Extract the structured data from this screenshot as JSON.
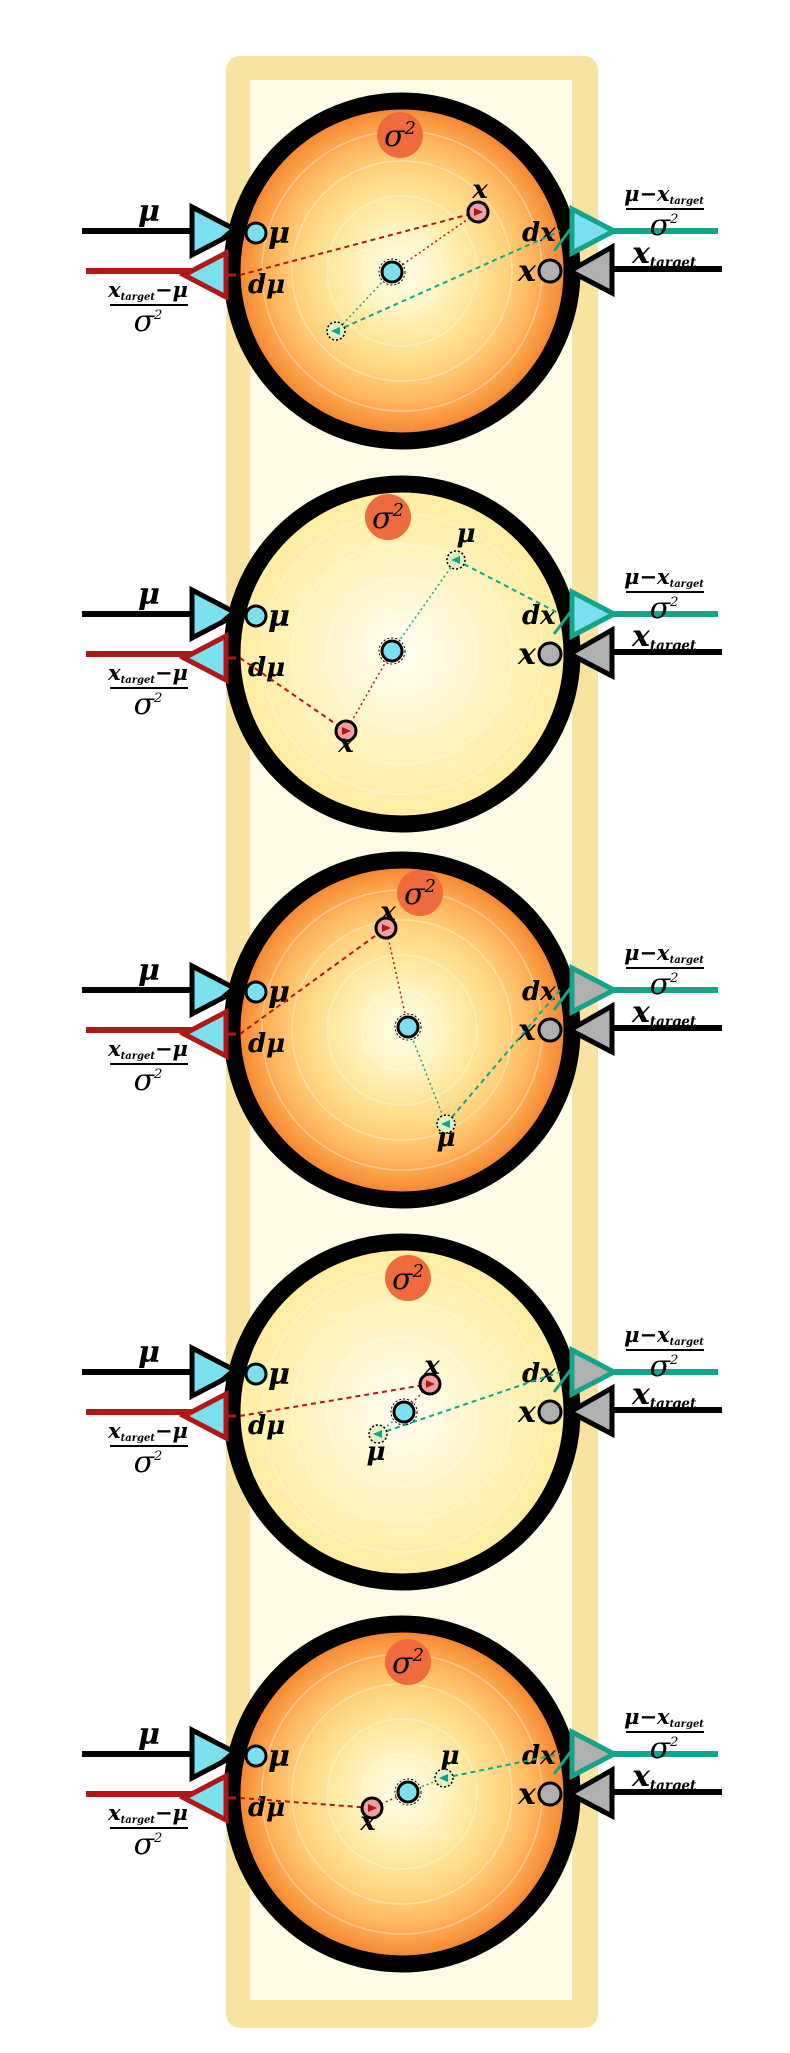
{
  "labels": {
    "mu": "μ",
    "dmu": "dμ",
    "dx": "dx",
    "x": "x",
    "sigma_sq": "σ",
    "sigma_exp": "2",
    "x_target_base": "x",
    "x_target_sub": "target",
    "frac_out_num_mu": "μ",
    "frac_out_num_minus": "−",
    "frac_in_num_minus": "−"
  },
  "colors": {
    "frame": "#f8e4a0",
    "frame_inner": "#fffbe6",
    "ring": "#000000",
    "mu_port": "#7ae0f0",
    "x_port": "#b0b0b0",
    "red_wire": "#b01818",
    "teal_wire": "#12a58c",
    "sigma_badge": "#ef6a3c"
  },
  "panels": [
    {
      "name": "panel-1",
      "heat": "hot",
      "x_label_pos": "top-right",
      "mu_label_shown": false
    },
    {
      "name": "panel-2",
      "heat": "cool",
      "x_label_pos": "bottom-left",
      "mu_label_shown": true
    },
    {
      "name": "panel-3",
      "heat": "hot",
      "x_label_pos": "top",
      "mu_label_shown": true
    },
    {
      "name": "panel-4",
      "heat": "cool",
      "x_label_pos": "center-right",
      "mu_label_shown": true
    },
    {
      "name": "panel-5",
      "heat": "hot",
      "x_label_pos": "bottom-left",
      "mu_label_shown": true
    }
  ]
}
